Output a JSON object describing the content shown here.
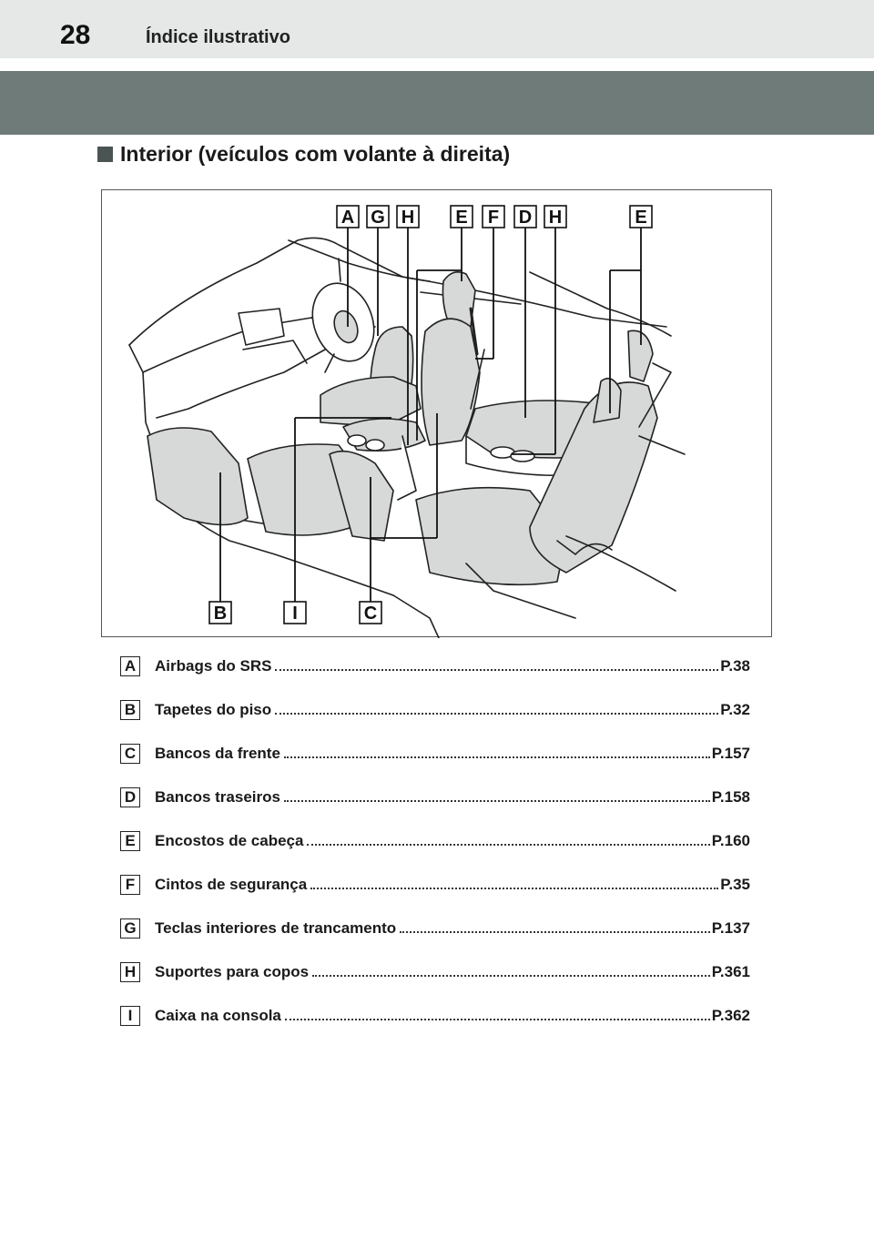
{
  "header": {
    "page_number": "28",
    "title": "Índice ilustrativo"
  },
  "section": {
    "title": "Interior (veículos com volante à direita)"
  },
  "figure": {
    "callouts_top": [
      "A",
      "G",
      "H",
      "E",
      "F",
      "D",
      "H",
      "E"
    ],
    "callouts_bottom": [
      "B",
      "I",
      "C"
    ]
  },
  "items": [
    {
      "letter": "A",
      "label": "Airbags do SRS",
      "page": "P.38"
    },
    {
      "letter": "B",
      "label": "Tapetes do piso",
      "page": "P.32"
    },
    {
      "letter": "C",
      "label": "Bancos da frente",
      "page": "P.157"
    },
    {
      "letter": "D",
      "label": "Bancos traseiros",
      "page": "P.158"
    },
    {
      "letter": "E",
      "label": "Encostos de cabeça",
      "page": "P.160"
    },
    {
      "letter": "F",
      "label": "Cintos de segurança",
      "page": "P.35"
    },
    {
      "letter": "G",
      "label": "Teclas interiores de trancamento",
      "page": "P.137"
    },
    {
      "letter": "H",
      "label": "Suportes para copos",
      "page": "P.361"
    },
    {
      "letter": "I",
      "label": "Caixa na consola",
      "page": "P.362"
    }
  ],
  "colors": {
    "highlight_fill": "#d6d9d8",
    "band": "#6e7b79",
    "header_bg": "#e6e8e8"
  }
}
